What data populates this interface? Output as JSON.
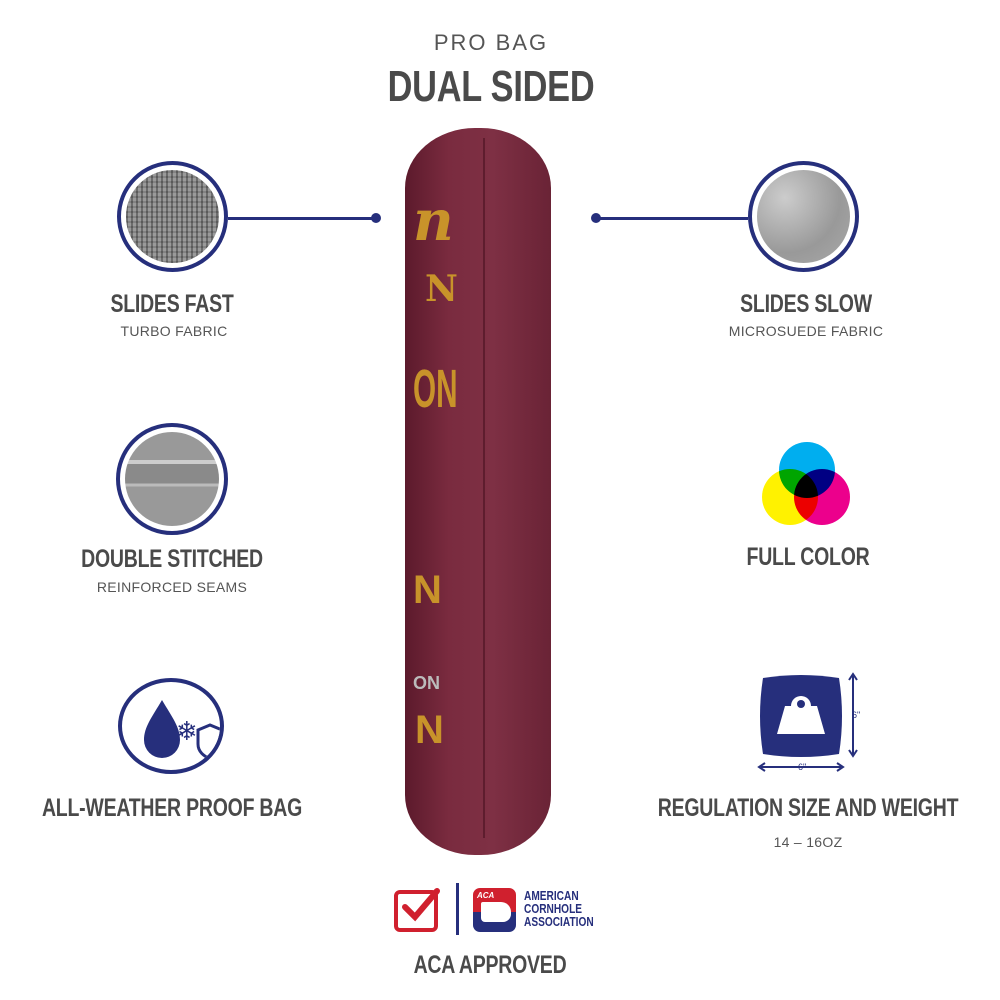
{
  "header": {
    "eyebrow": "PRO BAG",
    "title": "DUAL SIDED"
  },
  "features": {
    "slides_fast": {
      "title": "SLIDES FAST",
      "subtitle": "TURBO FABRIC"
    },
    "slides_slow": {
      "title": "SLIDES SLOW",
      "subtitle": "MICROSUEDE FABRIC"
    },
    "double_stitched": {
      "title": "DOUBLE STITCHED",
      "subtitle": "REINFORCED SEAMS"
    },
    "full_color": {
      "title": "FULL COLOR"
    },
    "weather": {
      "title": "ALL-WEATHER PROOF BAG"
    },
    "regulation": {
      "title": "REGULATION SIZE AND WEIGHT",
      "subtitle": "14 – 16OZ",
      "height_label": "6\"",
      "width_label": "6\""
    }
  },
  "footer": {
    "logo_badge": "ACA",
    "logo_lines": [
      "AMERICAN",
      "CORNHOLE",
      "ASSOCIATION"
    ],
    "approved": "ACA APPROVED"
  },
  "colors": {
    "navy": "#262f7c",
    "maroon": "#6b2236",
    "gold": "#c8932a",
    "text": "#4a4a4a",
    "red": "#d0202e"
  }
}
